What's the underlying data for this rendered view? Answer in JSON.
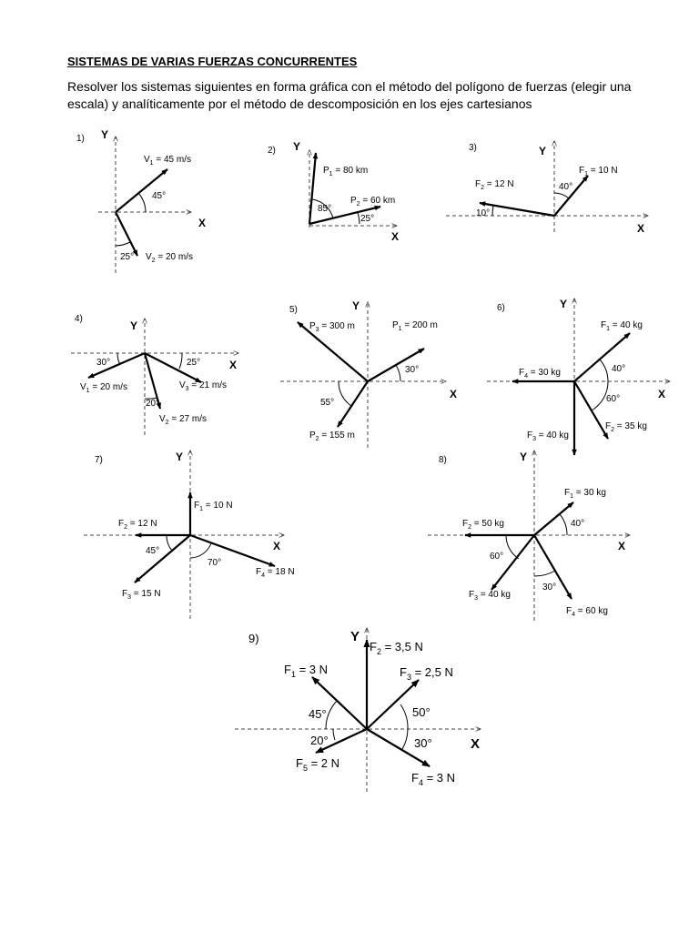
{
  "title": "SISTEMAS DE VARIAS FUERZAS CONCURRENTES",
  "instructions": "Resolver los sistemas siguientes en forma gráfica con el método del polígono de fuerzas (elegir una escala) y analíticamente por el método de descomposición en los ejes cartesianos",
  "axis_x": "X",
  "axis_y": "Y",
  "problems": [
    {
      "number": "1)",
      "vectors": [
        {
          "sym": "V",
          "sub": "1",
          "rest": " = 45 m/s"
        },
        {
          "sym": "V",
          "sub": "2",
          "rest": " = 20 m/s"
        }
      ],
      "angles": [
        "45°",
        "25°"
      ]
    },
    {
      "number": "2)",
      "vectors": [
        {
          "sym": "P",
          "sub": "1",
          "rest": " = 80 km"
        },
        {
          "sym": "P",
          "sub": "2",
          "rest": " = 60 km"
        }
      ],
      "angles": [
        "85°",
        "25°"
      ]
    },
    {
      "number": "3)",
      "vectors": [
        {
          "sym": "F",
          "sub": "1",
          "rest": " = 10 N"
        },
        {
          "sym": "F",
          "sub": "2",
          "rest": " = 12 N"
        }
      ],
      "angles": [
        "40°",
        "10°"
      ]
    },
    {
      "number": "4)",
      "vectors": [
        {
          "sym": "V",
          "sub": "1",
          "rest": " = 20 m/s"
        },
        {
          "sym": "V",
          "sub": "2",
          "rest": " = 27 m/s"
        },
        {
          "sym": "V",
          "sub": "3",
          "rest": " = 21 m/s"
        }
      ],
      "angles": [
        "30°",
        "25°",
        "20°"
      ]
    },
    {
      "number": "5)",
      "vectors": [
        {
          "sym": "P",
          "sub": "3",
          "rest": " = 300 m"
        },
        {
          "sym": "P",
          "sub": "1",
          "rest": " = 200 m"
        },
        {
          "sym": "P",
          "sub": "2",
          "rest": " = 155 m"
        }
      ],
      "angles": [
        "30°",
        "55°"
      ]
    },
    {
      "number": "6)",
      "vectors": [
        {
          "sym": "F",
          "sub": "1",
          "rest": " = 40 kg"
        },
        {
          "sym": "F",
          "sub": "4",
          "rest": " = 30 kg"
        },
        {
          "sym": "F",
          "sub": "2",
          "rest": " = 35 kg"
        },
        {
          "sym": "F",
          "sub": "3",
          "rest": " = 40 kg"
        }
      ],
      "angles": [
        "40°",
        "60°"
      ]
    },
    {
      "number": "7)",
      "vectors": [
        {
          "sym": "F",
          "sub": "1",
          "rest": " = 10 N"
        },
        {
          "sym": "F",
          "sub": "2",
          "rest": " = 12 N"
        },
        {
          "sym": "F",
          "sub": "3",
          "rest": " = 15 N"
        },
        {
          "sym": "F",
          "sub": "4",
          "rest": " = 18 N"
        }
      ],
      "angles": [
        "45°",
        "70°"
      ]
    },
    {
      "number": "8)",
      "vectors": [
        {
          "sym": "F",
          "sub": "1",
          "rest": " = 30 kg"
        },
        {
          "sym": "F",
          "sub": "2",
          "rest": " = 50 kg"
        },
        {
          "sym": "F",
          "sub": "3",
          "rest": " = 40 kg"
        },
        {
          "sym": "F",
          "sub": "4",
          "rest": " = 60 kg"
        }
      ],
      "angles": [
        "40°",
        "60°",
        "30°"
      ]
    },
    {
      "number": "9)",
      "vectors": [
        {
          "sym": "F",
          "sub": "2",
          "rest": " = 3,5 N"
        },
        {
          "sym": "F",
          "sub": "1",
          "rest": " = 3 N"
        },
        {
          "sym": "F",
          "sub": "3",
          "rest": " = 2,5 N"
        },
        {
          "sym": "F",
          "sub": "5",
          "rest": " = 2 N"
        },
        {
          "sym": "F",
          "sub": "4",
          "rest": " = 3 N"
        }
      ],
      "angles": [
        "45°",
        "50°",
        "20°",
        "30°"
      ]
    }
  ]
}
